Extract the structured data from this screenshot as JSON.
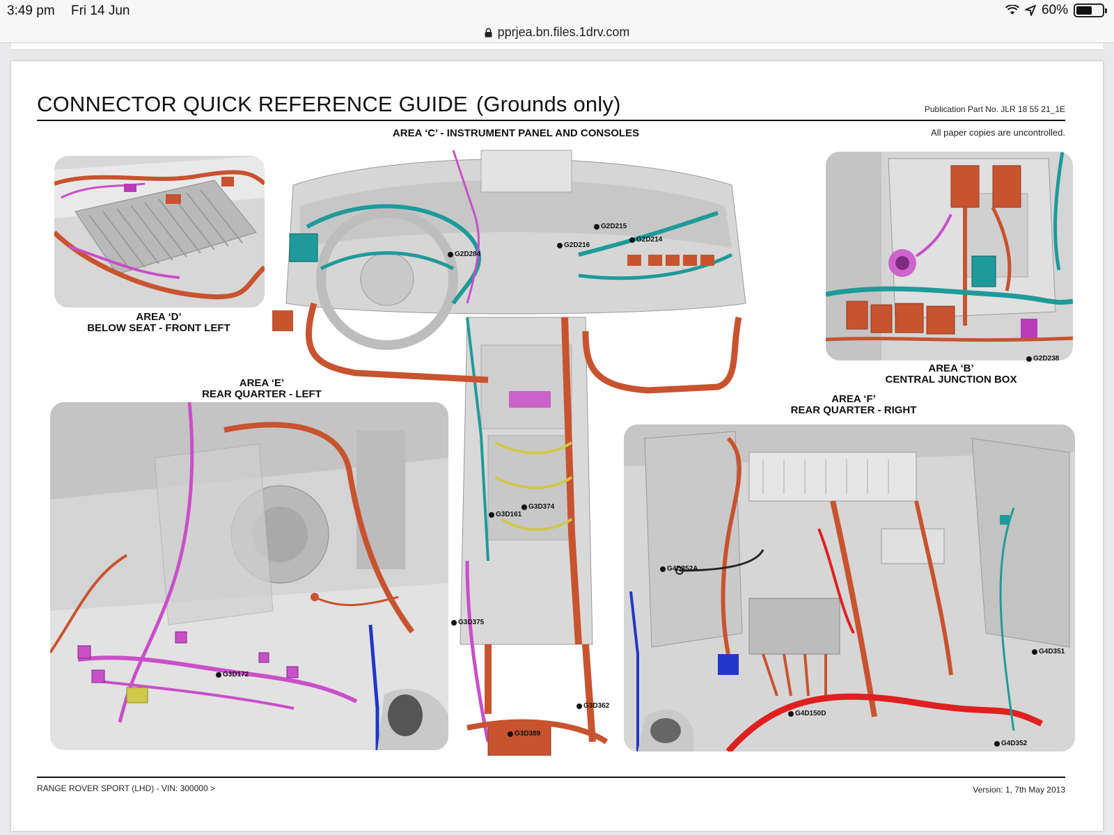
{
  "status_bar": {
    "time": "3:49 pm",
    "date": "Fri 14 Jun",
    "battery": "60%",
    "battery_level": 0.6
  },
  "url_bar": {
    "url": "pprjea.bn.files.1drv.com"
  },
  "document": {
    "title": "CONNECTOR QUICK REFERENCE GUIDE",
    "subtitle": "(Grounds only)",
    "publication": "Publication Part No. JLR 18 55 21_1E",
    "uncontrolled_note": "All paper copies are uncontrolled.",
    "footer_left": "RANGE ROVER SPORT (LHD) - VIN: 300000 >",
    "footer_right": "Version: 1, 7th May 2013",
    "areas": {
      "c": {
        "line1": "AREA ‘C’ - INSTRUMENT PANEL AND CONSOLES"
      },
      "d": {
        "line1": "AREA ‘D’",
        "line2": "BELOW SEAT - FRONT LEFT"
      },
      "b": {
        "line1": "AREA ‘B’",
        "line2": "CENTRAL JUNCTION BOX"
      },
      "e": {
        "line1": "AREA ‘E’",
        "line2": "REAR QUARTER - LEFT"
      },
      "f": {
        "line1": "AREA ‘F’",
        "line2": "REAR QUARTER - RIGHT"
      }
    },
    "callouts": {
      "g2d215": "G2D215",
      "g2d216": "G2D216",
      "g2d214": "G2D214",
      "g2d284": "G2D284",
      "g2d238": "G2D238",
      "g3d374": "G3D374",
      "g3d161": "G3D161",
      "g3d375": "G3D375",
      "g3d172": "G3D172",
      "g3d362": "G3D362",
      "g3d389": "G3D389",
      "g4d352a": "G4D352A",
      "g4d351": "G4D351",
      "g4d150d": "G4D150D",
      "g4d352": "G4D352"
    }
  },
  "colors": {
    "harness_orange": "#c8532f",
    "harness_teal": "#1f9a9a",
    "harness_magenta": "#c94fc9",
    "harness_yellow": "#cfc84a",
    "harness_blue": "#2236c9",
    "harness_red": "#e02020"
  }
}
